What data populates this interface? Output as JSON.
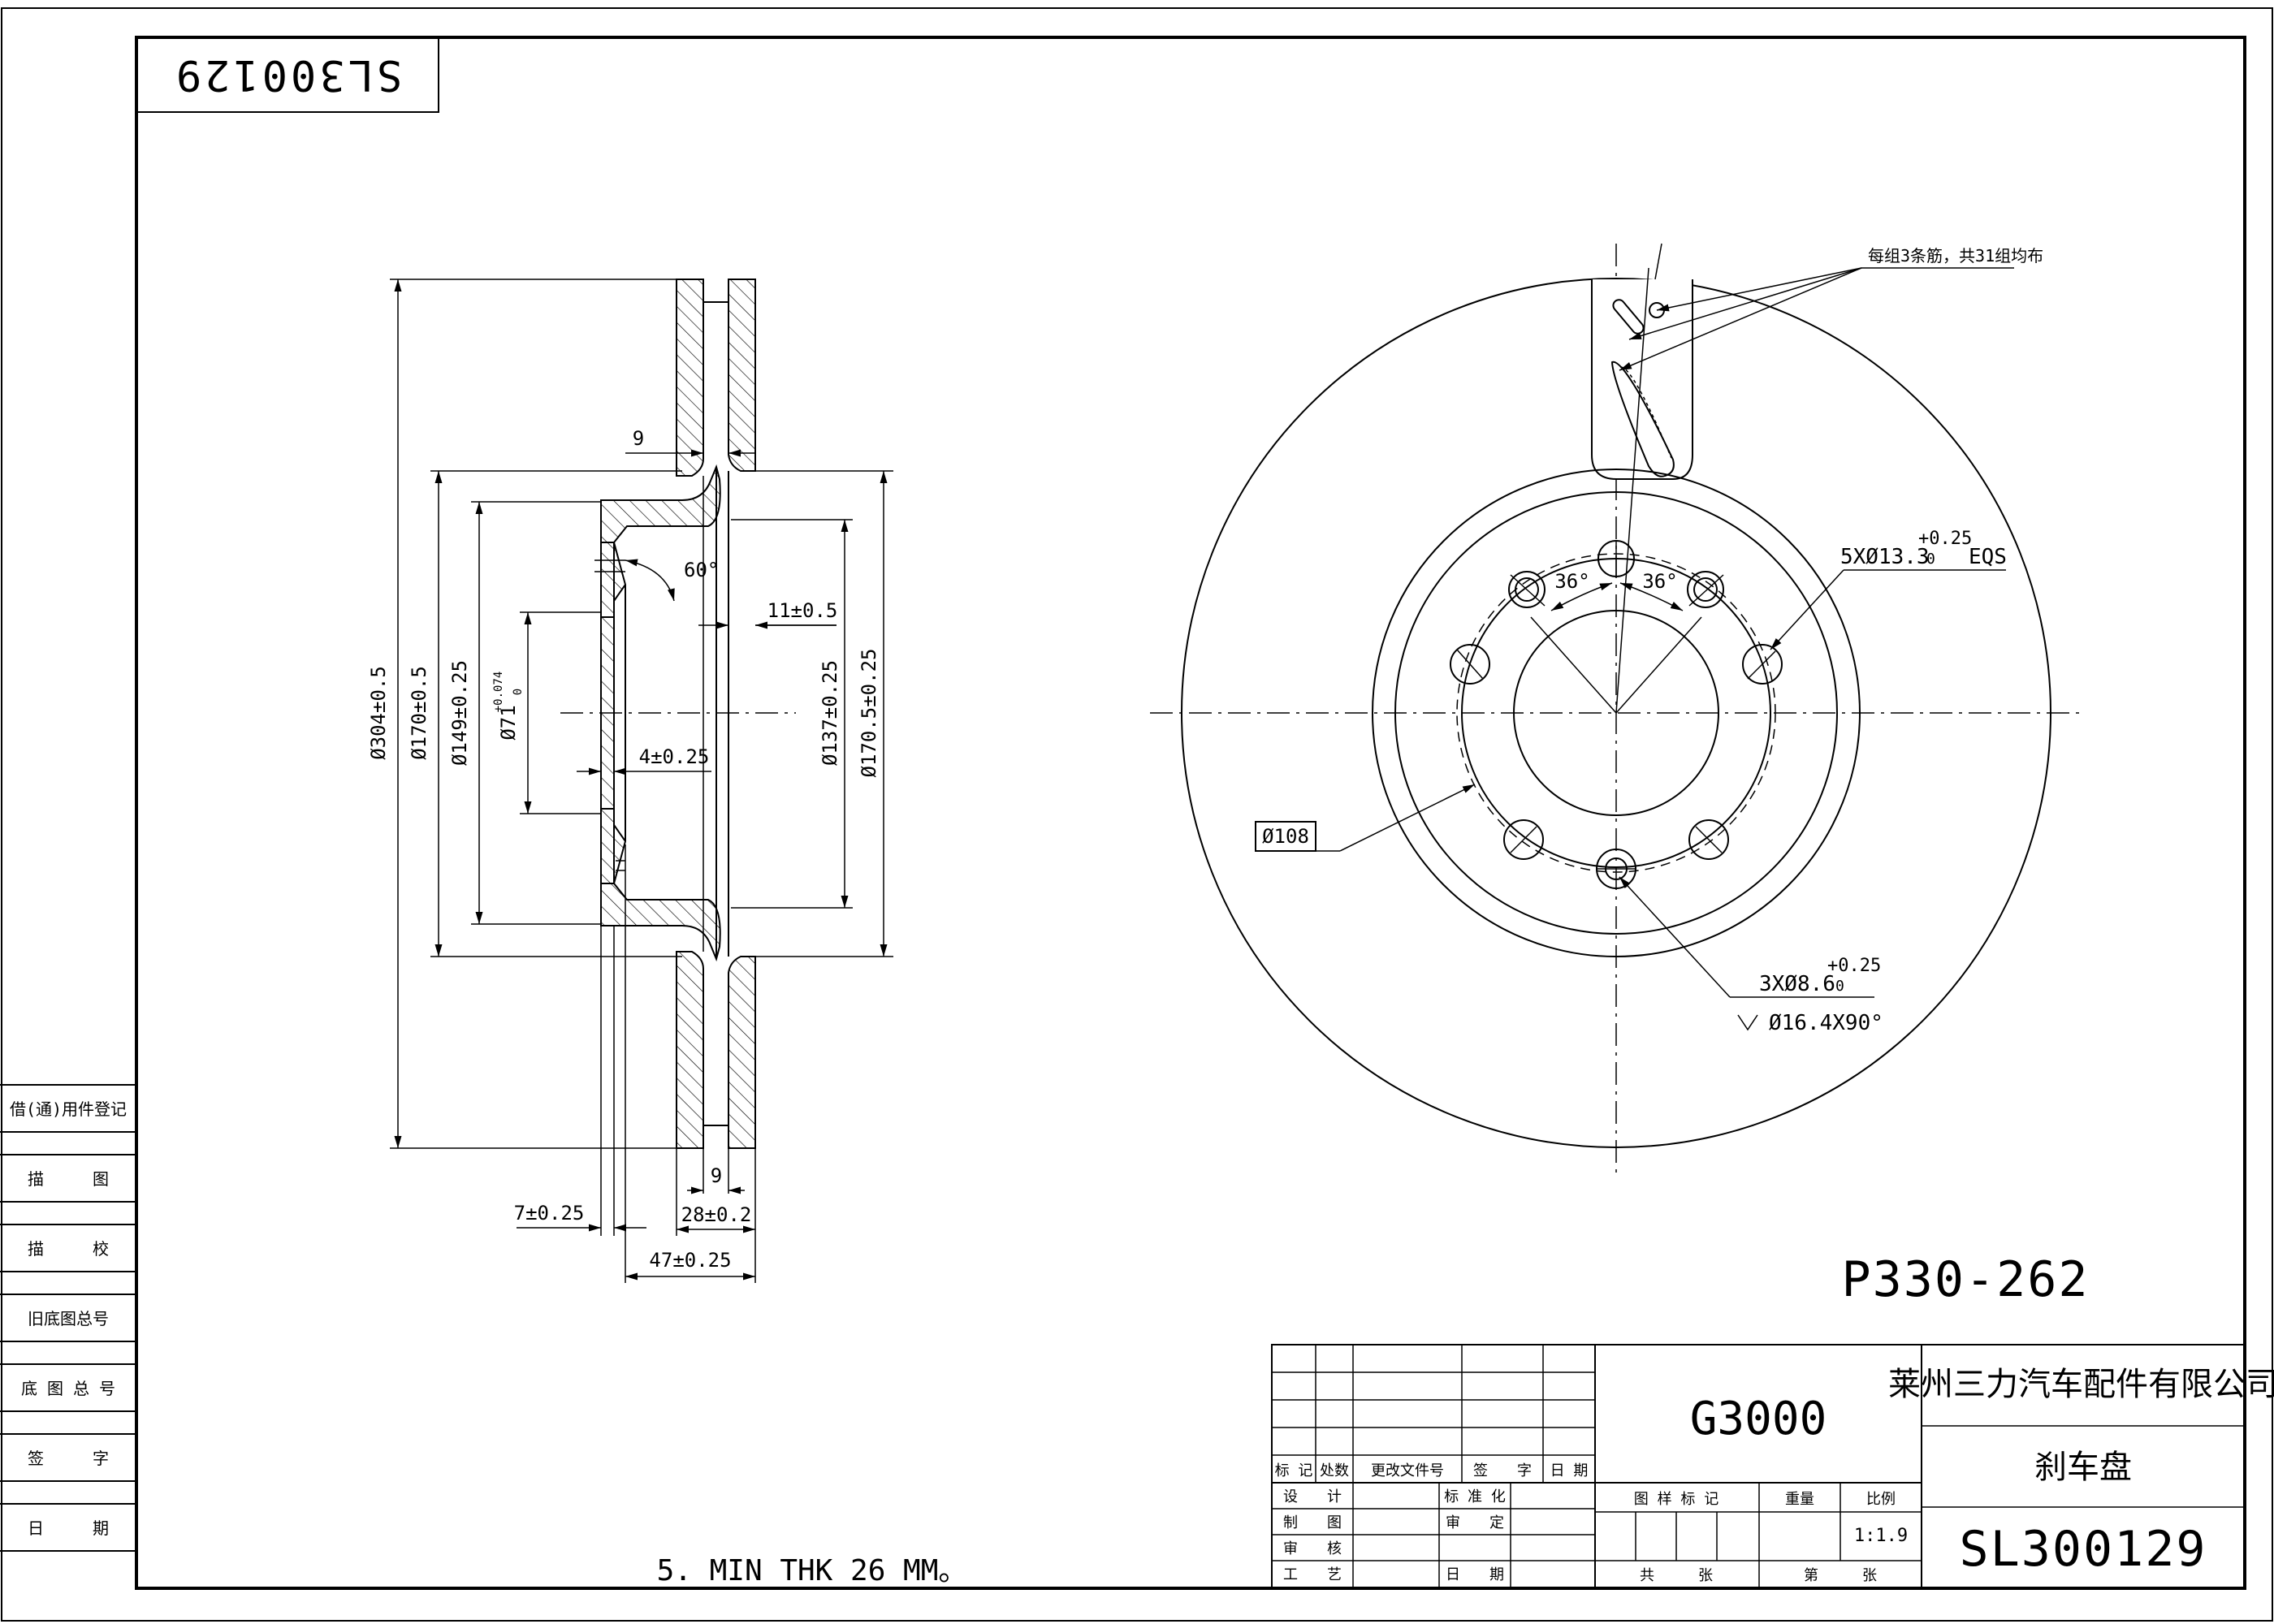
{
  "part_number_top": "SL300129",
  "left_view": {
    "dims": {
      "d304": "Ø304±0.5",
      "d170": "Ø170±0.5",
      "d149": "Ø149±0.25",
      "d71": "Ø71",
      "d71_tol_upper": "+0.074",
      "d71_tol_lower": "0",
      "d137": "Ø137±0.25",
      "d170_5": "Ø170.5±0.25",
      "nine_top": "9",
      "nine_bottom": "9",
      "sixty": "60°",
      "eleven": "11±0.5",
      "four": "4±0.25",
      "seven": "7±0.25",
      "twentyeight": "28±0.2",
      "fortyseven": "47±0.25"
    }
  },
  "right_view": {
    "rib_note": "每组3条筋，共31组均布",
    "angle_left": "36°",
    "angle_right": "36°",
    "holes5_main": "5XØ13.3",
    "holes5_tol_upper": "+0.25",
    "holes5_tol_lower": "0",
    "holes5_suffix": "EQS",
    "pcd": "Ø108",
    "holes3_main": "3XØ8.6",
    "holes3_tol_upper": "+0.25",
    "holes3_tol_lower": "0",
    "countersink": "Ø16.4X90°"
  },
  "ref_number": "P330-262",
  "note": "5. MIN THK 26 MM。",
  "left_strip": {
    "row1": "借(通)用件登记",
    "row2": "描　　　图",
    "row3": "描　　　校",
    "row4": "旧底图总号",
    "row5": "底 图 总 号",
    "row6": "签　　　字",
    "row7": "日　　　期"
  },
  "title_block": {
    "material": "G3000",
    "company": "莱州三力汽车配件有限公司",
    "part_name": "刹车盘",
    "drawing_no": "SL300129",
    "revision_headers": [
      "标 记",
      "处数",
      "更改文件号",
      "签　　字",
      "日 期"
    ],
    "design": "设　　计",
    "draw": "制　　图",
    "check": "审　　核",
    "process": "工　　艺",
    "standardize": "标 准 化",
    "review": "审　　定",
    "date": "日　　期",
    "sample_mark": "图 样 标 记",
    "weight": "重量",
    "scale_label": "比例",
    "scale_value": "1:1.9",
    "total": "共　　　张",
    "sheet": "第　　　张"
  }
}
